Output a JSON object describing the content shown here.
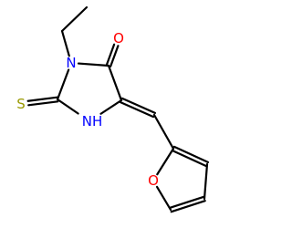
{
  "molecule": {
    "colors": {
      "bond": "#000000",
      "carbon": "#000000",
      "nitrogen": "#0000ff",
      "oxygen": "#ff0000",
      "sulfur": "#999900"
    },
    "atoms": [
      {
        "id": "ethyl-ch3",
        "element": "C"
      },
      {
        "id": "ethyl-ch2",
        "element": "C"
      },
      {
        "id": "n3",
        "element": "N",
        "label": "N"
      },
      {
        "id": "c4",
        "element": "C"
      },
      {
        "id": "o-carbonyl",
        "element": "O",
        "label": "O"
      },
      {
        "id": "c5",
        "element": "C"
      },
      {
        "id": "n1",
        "element": "N",
        "label": "NH"
      },
      {
        "id": "c2",
        "element": "C"
      },
      {
        "id": "s-thione",
        "element": "S",
        "label": "S"
      },
      {
        "id": "methine",
        "element": "C"
      },
      {
        "id": "furan-c2",
        "element": "C"
      },
      {
        "id": "furan-o",
        "element": "O",
        "label": "O"
      },
      {
        "id": "furan-c5",
        "element": "C"
      },
      {
        "id": "furan-c4",
        "element": "C"
      },
      {
        "id": "furan-c3",
        "element": "C"
      }
    ],
    "bonds": [
      {
        "from": "ethyl-ch3",
        "to": "ethyl-ch2",
        "order": 1
      },
      {
        "from": "ethyl-ch2",
        "to": "n3",
        "order": 1
      },
      {
        "from": "n3",
        "to": "c4",
        "order": 1
      },
      {
        "from": "c4",
        "to": "o-carbonyl",
        "order": 2
      },
      {
        "from": "c4",
        "to": "c5",
        "order": 1
      },
      {
        "from": "c5",
        "to": "n1",
        "order": 1
      },
      {
        "from": "n1",
        "to": "c2",
        "order": 1
      },
      {
        "from": "c2",
        "to": "n3",
        "order": 1
      },
      {
        "from": "c2",
        "to": "s-thione",
        "order": 2
      },
      {
        "from": "c5",
        "to": "methine",
        "order": 2
      },
      {
        "from": "methine",
        "to": "furan-c2",
        "order": 1
      },
      {
        "from": "furan-c2",
        "to": "furan-o",
        "order": 1
      },
      {
        "from": "furan-o",
        "to": "furan-c5",
        "order": 1
      },
      {
        "from": "furan-c5",
        "to": "furan-c4",
        "order": 2
      },
      {
        "from": "furan-c4",
        "to": "furan-c3",
        "order": 1
      },
      {
        "from": "furan-c3",
        "to": "furan-c2",
        "order": 2
      }
    ]
  }
}
